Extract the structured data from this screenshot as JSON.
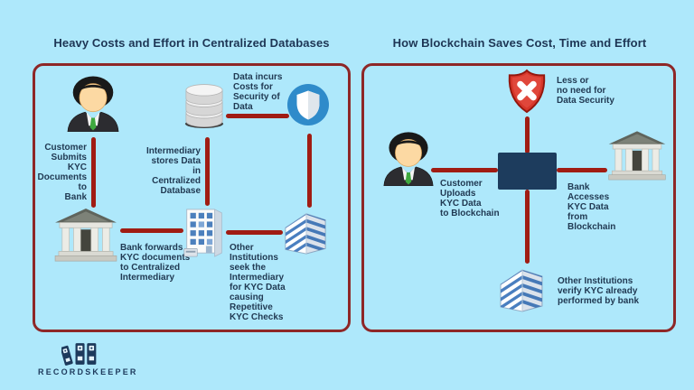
{
  "titles": {
    "left": "Heavy Costs and Effort in Centralized Databases",
    "right": "How Blockchain Saves Cost, Time and Effort"
  },
  "left_panel": {
    "customer_label": "Customer\nSubmits\nKYC\nDocuments\nto\nBank",
    "intermediary_label": "Intermediary\nstores Data\nin\nCentralized\nDatabase",
    "data_costs_label": "Data incurs\nCosts for\nSecurity of\nData",
    "bank_forwards_label": "Bank forwards\nKYC documents\nto Centralized\nIntermediary",
    "other_institutions_label": "Other\nInstitutions\nseek the\nIntermediary\nfor KYC Data\ncausing\nRepetitive\nKYC Checks"
  },
  "right_panel": {
    "no_security_label": "Less or\nno need for\nData Security",
    "customer_uploads_label": "Customer\nUploads\nKYC Data\nto Blockchain",
    "bank_accesses_label": "Bank\nAccesses\nKYC Data\nfrom\nBlockchain",
    "other_institutions_label": "Other Institutions\nverify KYC already\nperformed by bank"
  },
  "logo": {
    "text": "RECORDSKEEPER"
  },
  "colors": {
    "background": "#aee8fb",
    "panel_border": "#8e2727",
    "connector_line": "#a01c13",
    "text": "#213a53",
    "blockchain_box": "#1d3c5d",
    "security_shield_blue": "#2f8bca",
    "no_security_shield_red": "#d6362a"
  },
  "icons": {
    "customer": "person-avatar",
    "database": "database-cylinders",
    "security": "blue-shield-in-circle",
    "no_security": "red-shield-with-x",
    "bank": "classical-bank-building",
    "office": "office-building-with-windows",
    "corporate": "striped-corporate-building",
    "logo": "three-binders"
  }
}
